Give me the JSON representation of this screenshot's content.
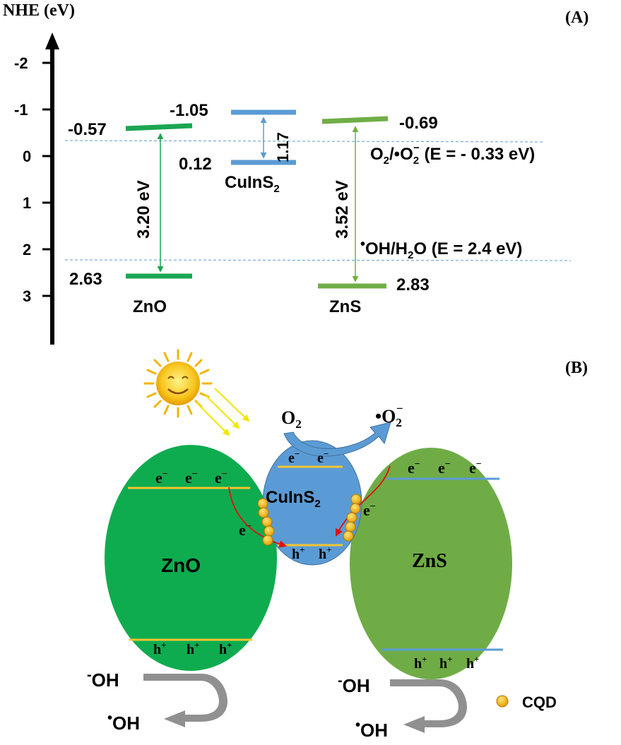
{
  "panel_a": {
    "label": "(A)",
    "axis_title": "NHE (eV)",
    "ticks": [
      "-2",
      "-1",
      "0",
      "1",
      "2",
      "3"
    ],
    "zno": {
      "name": "ZnO",
      "cb": "-0.57",
      "vb": "2.63",
      "gap": "3.20 eV",
      "color": "#1aa653"
    },
    "cuins2": {
      "name": "CuInS",
      "sub": "2",
      "cb": "-1.05",
      "vb": "0.12",
      "gap": "1.17",
      "color": "#5b9bd5"
    },
    "zns": {
      "name": "ZnS",
      "cb": "-0.69",
      "vb": "2.83",
      "gap": "3.52 eV",
      "color": "#70ad47"
    },
    "ref_o2": {
      "o": "O",
      "two": "2",
      "slash": "/•O",
      "minus": "−",
      "rest": " (E = - 0.33 eV)"
    },
    "ref_oh": {
      "dot": "•",
      "oh": "OH/H",
      "two": "2",
      "rest": "O (E = 2.4 eV)"
    }
  },
  "panel_b": {
    "label": "(B)",
    "zno": {
      "name": "ZnO",
      "color": "#0eac4f"
    },
    "cuins2": {
      "name": "CuInS",
      "sub": "2",
      "color": "#5b9bd5"
    },
    "zns": {
      "name": "ZnS",
      "color": "#6fac46"
    },
    "electron": "e",
    "electron_sup": "−",
    "hole": "h",
    "hole_sup": "+",
    "o2": {
      "o": "O",
      "two": "2"
    },
    "superoxide": {
      "dot": "•",
      "o": "O",
      "two": "2",
      "minus": "−"
    },
    "hydroxide": {
      "minus": "-",
      "oh": "OH"
    },
    "radical": {
      "dot": "•",
      "oh": "OH"
    },
    "legend": {
      "label": "CQD",
      "color": "#f5b800"
    }
  }
}
